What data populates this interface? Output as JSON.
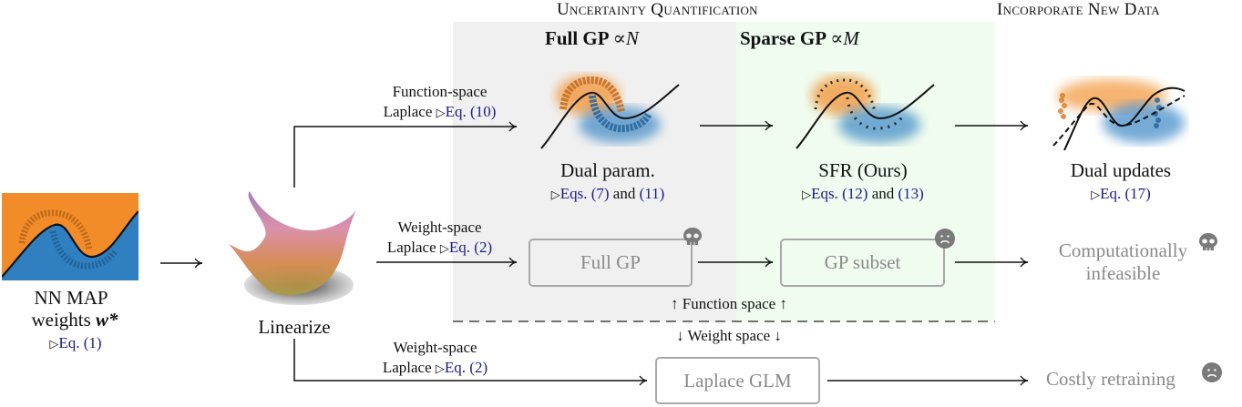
{
  "headers": {
    "uncertainty": "Uncertainty Quantification",
    "incorporate": "Incorporate New Data"
  },
  "columns": {
    "full_gp": {
      "title": "Full GP",
      "scaling": "∝N"
    },
    "sparse_gp": {
      "title": "Sparse GP",
      "scaling": "∝M"
    }
  },
  "start": {
    "line1": "NN MAP",
    "line2": "weights",
    "symbol": "w*",
    "ref_prefix": "▷",
    "ref": "Eq. (1)"
  },
  "linearize": {
    "label": "Linearize"
  },
  "edges": {
    "function_space": {
      "line1": "Function-space",
      "line2": "Laplace",
      "ref": "Eq. (10)"
    },
    "weight_space_mid": {
      "line1": "Weight-space",
      "line2": "Laplace",
      "ref": "Eq. (2)"
    },
    "weight_space_bottom": {
      "line1": "Weight-space",
      "line2": "Laplace",
      "ref": "Eq. (2)"
    }
  },
  "nodes": {
    "dual_param": {
      "label": "Dual param.",
      "ref1": "Eqs. (7)",
      "and": "and",
      "ref2": "(11)"
    },
    "sfr": {
      "label": "SFR (Ours)",
      "ref1": "Eqs. (12)",
      "and": "and",
      "ref2": "(13)"
    },
    "dual_updates": {
      "label": "Dual updates",
      "ref": "Eq. (17)"
    },
    "full_gp_box": {
      "label": "Full GP",
      "badge": "skull-icon"
    },
    "gp_subset_box": {
      "label": "GP subset",
      "badge": "frown-icon"
    },
    "infeasible": {
      "line1": "Computationally",
      "line2": "infeasible",
      "badge": "skull-icon"
    },
    "laplace_glm_box": {
      "label": "Laplace GLM"
    },
    "costly": {
      "label": "Costly retraining",
      "badge": "frown-icon"
    }
  },
  "divider": {
    "function_space": "↑ Function space ↑",
    "weight_space": "↓ Weight space ↓"
  },
  "colors": {
    "orange": "#f28c28",
    "blue": "#2f7fc1",
    "ref_blue": "#1a1a8a",
    "gray_panel": "#f0f0f0",
    "green_panel": "#effcef",
    "muted": "#8a8a8a"
  }
}
